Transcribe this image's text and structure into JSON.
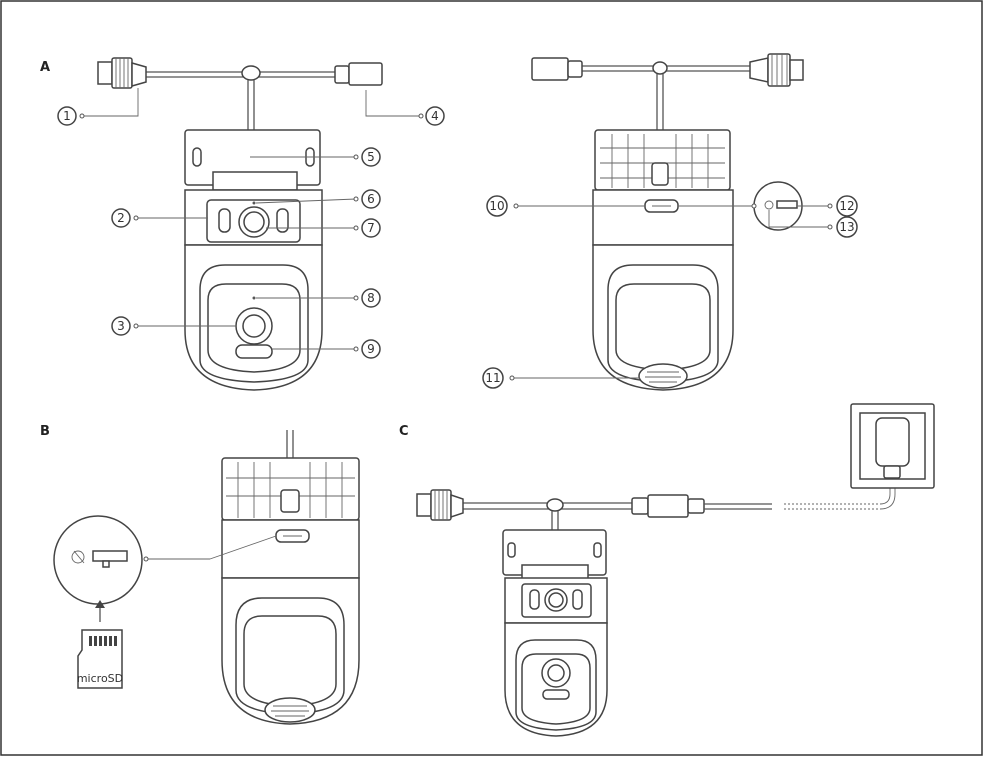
{
  "sections": {
    "a": "A",
    "b": "B",
    "c": "C"
  },
  "callouts": [
    "1",
    "2",
    "3",
    "4",
    "5",
    "6",
    "7",
    "8",
    "9",
    "10",
    "11",
    "12",
    "13"
  ],
  "microsd_label": "microSD",
  "colors": {
    "stroke": "#444444",
    "background": "#ffffff"
  }
}
